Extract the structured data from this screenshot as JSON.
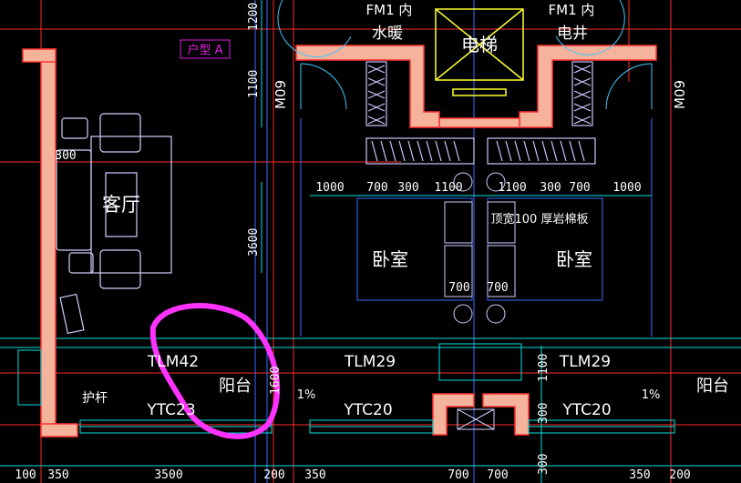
{
  "rooms": {
    "living_room": "客厅",
    "bedroom_left": "卧室",
    "bedroom_right": "卧室",
    "elevator": "电梯",
    "balcony_left": "阳台",
    "balcony_right": "阳台",
    "water_heating": "水暖",
    "electric_shaft": "电井"
  },
  "tags": {
    "unit_label": "户型 A",
    "door_fm1_left": "FM1 内",
    "door_fm1_right": "FM1 内",
    "door_m09_left": "M09",
    "door_m09_right": "M09",
    "window_tlm42": "TLM42",
    "window_tlm29_left": "TLM29",
    "window_tlm29_right": "TLM29",
    "window_ytc23": "YTC23",
    "window_ytc20_left": "YTC20",
    "window_ytc20_right": "YTC20",
    "railing": "护杆",
    "ceiling_note": "顶宽100  厚岩棉板",
    "slope_left": "1%",
    "slope_right": "1%"
  },
  "dimensions": {
    "top": [
      "1000",
      "700",
      "300",
      "1100",
      "1100",
      "300",
      "700",
      "1000"
    ],
    "bottom": [
      "100",
      "350",
      "3500",
      "200",
      "350",
      "700",
      "700",
      "350",
      "200"
    ],
    "vertical": [
      "1200",
      "1100",
      "3600",
      "1600",
      "1100",
      "300",
      "300"
    ],
    "misc": [
      "300",
      "700",
      "700"
    ]
  },
  "colors": {
    "wall_fill": "#f4b39a",
    "wall_edge": "#ff3333",
    "furniture": "#d0d0ff",
    "axis": "#ff2a2a",
    "dim": "#00e0e0",
    "annotation": "#ff33ff",
    "text": "#ffffff",
    "elevator_line": "#ffff33"
  }
}
